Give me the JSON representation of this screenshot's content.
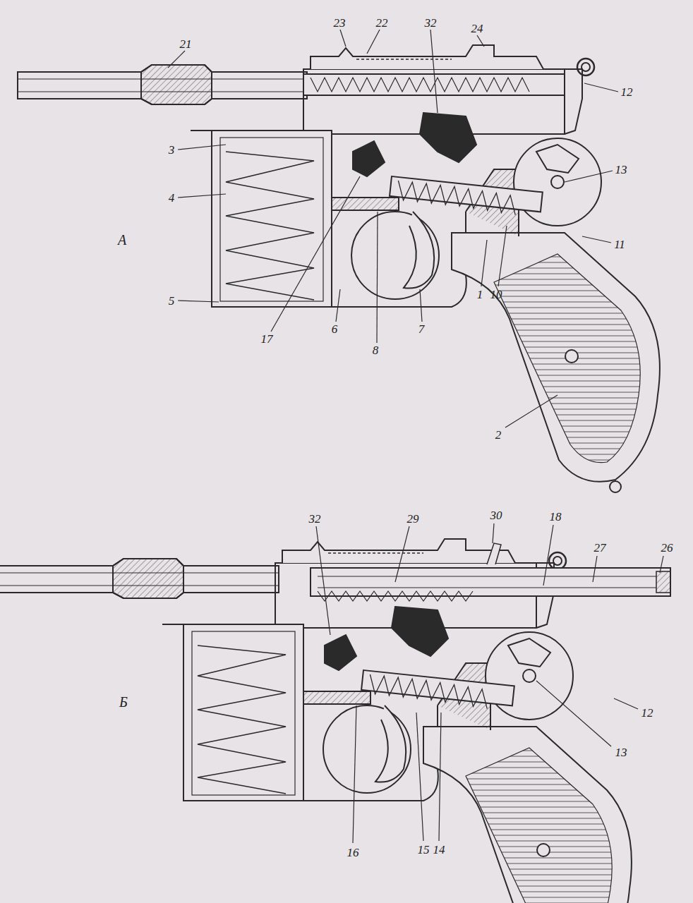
{
  "diagram": {
    "labels": [
      "21",
      "23",
      "22",
      "32",
      "24",
      "12",
      "13",
      "3",
      "4",
      "5",
      "11",
      "17",
      "6",
      "8",
      "7",
      "1",
      "10",
      "2",
      "А",
      "32",
      "29",
      "30",
      "18",
      "27",
      "26",
      "12",
      "13",
      "16",
      "15",
      "14",
      "Б"
    ]
  }
}
